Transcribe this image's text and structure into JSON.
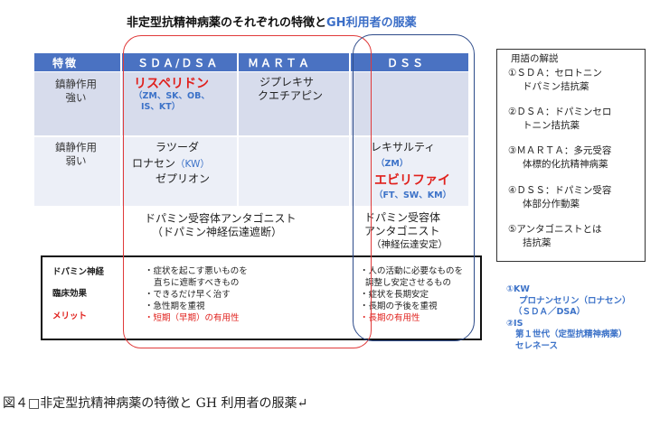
{
  "title": {
    "main": "非定型抗精神病薬のそれぞれの特徴と",
    "highlight": "GH利用者の服薬"
  },
  "header": {
    "col_feature": "特徴",
    "col_sda": "ＳＤＡ/ＤＳＡ",
    "col_marta": "ＭＡＲＴＡ",
    "col_dss": "ＤＳＳ"
  },
  "row1": {
    "label": [
      "鎮静作用",
      "強い"
    ],
    "sda_drug": "リスペリドン",
    "sda_note": [
      "（ZM、SK、OB、",
      "IS、KT）"
    ],
    "marta": [
      "ジプレキサ",
      "クエチアピン"
    ]
  },
  "row2": {
    "label": [
      "鎮静作用",
      "弱い"
    ],
    "sda": [
      "ラツーダ",
      "ロナセン",
      "ゼプリオン"
    ],
    "sda_note": "（KW）",
    "dss": "レキサルティ",
    "dss_note1": "（ZM）",
    "dss_drug": "エビリファイ",
    "dss_note2": "（FT、SW、KM）"
  },
  "row3": {
    "sda_marta": [
      "ドパミン受容体アンタゴニスト",
      "（ドパミン神経伝達遮断）"
    ],
    "dss": [
      "ドパミン受容体",
      "アンタゴニスト",
      "（神経伝達安定）"
    ]
  },
  "effect": {
    "labels": [
      "ドパミン神経",
      "臨床効果",
      "メリット"
    ],
    "sda": [
      "・症状を起こす悪いものを",
      "直ちに遮断すべきもの",
      "・できるだけ早く治す",
      "・急性期を重視",
      "・短期（早期）の有用性"
    ],
    "dss": [
      "・人の活動に必要なものを",
      "調整し安定させるもの",
      "・症状を長期安定",
      "・長期の予後を重視",
      "・長期の有用性"
    ]
  },
  "glossary": {
    "title": "用語の解説",
    "items": [
      [
        "①ＳＤＡ：セロトニン",
        "ドパミン拮抗薬"
      ],
      [
        "②ＤＳＡ：ドパミンセロ",
        "トニン拮抗薬"
      ],
      [
        "③ＭＡＲＴＡ：多元受容",
        "体標的化抗精神病薬"
      ],
      [
        "④ＤＳＳ：ドパミン受容",
        "体部分作動薬"
      ],
      [
        "⑤アンタゴニストとは",
        "拮抗薬"
      ]
    ]
  },
  "notes": [
    "①KW",
    "プロナンセリン（ロナセン）",
    "（ＳＤＡ／DSA）",
    "②IS",
    "第１世代（定型抗精神病薬）",
    "セレネース"
  ],
  "caption": "図４□非定型抗精神病薬の特徴と GH 利用者の服薬↵",
  "colors": {
    "header": "#4a72c2",
    "band1": "#d7dcec",
    "band2": "#eceff7",
    "red": "#e0201c",
    "blue": "#3c72c8"
  }
}
